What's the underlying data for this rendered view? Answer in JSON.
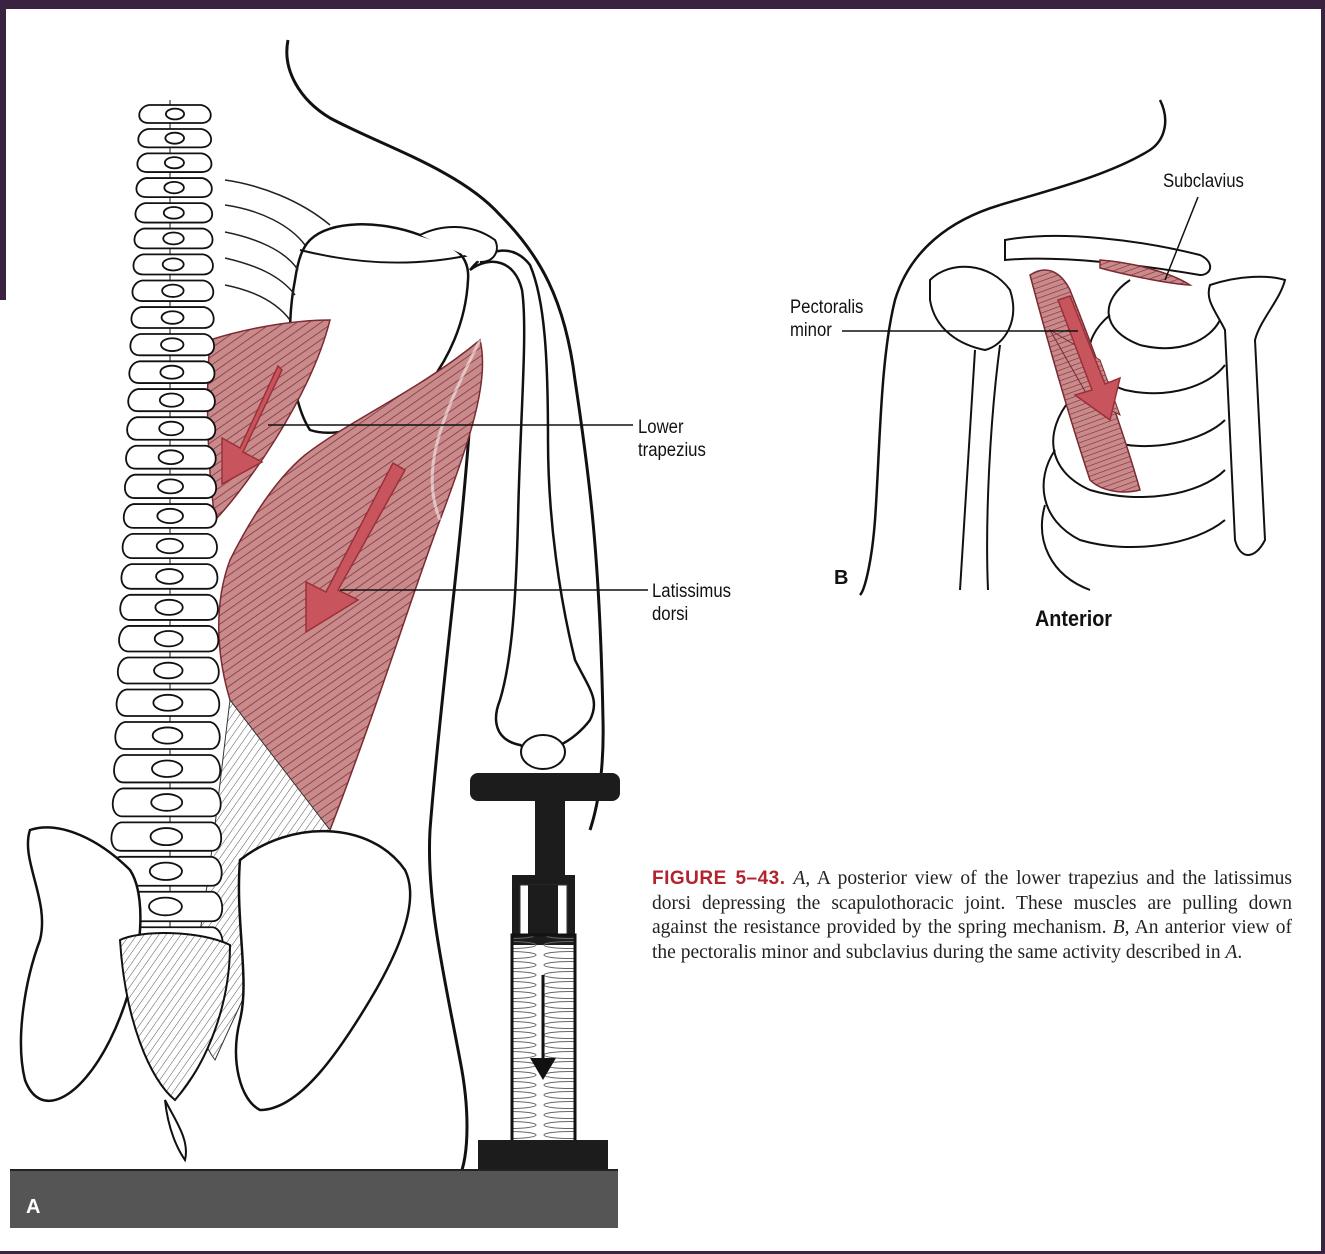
{
  "panel_a": {
    "letter": "A",
    "labels": {
      "lower_trapezius": [
        "Lower",
        "trapezius"
      ],
      "latissimus_dorsi": [
        "Latissimus",
        "dorsi"
      ]
    }
  },
  "panel_b": {
    "letter": "B",
    "title": "Anterior",
    "labels": {
      "subclavius": "Subclavius",
      "pectoralis_minor": [
        "Pectoralis",
        "minor"
      ]
    }
  },
  "caption": {
    "figure_number": "FIGURE 5–43.",
    "a_ref": "A,",
    "text_1": " A posterior view of the lower trapezius and the latissimus dorsi depressing the scapulothoracic joint. These muscles are pulling down against the resistance provided by the spring mechanism. ",
    "b_ref": "B,",
    "text_2": " An anterior view of the pectoralis minor and subclavius during the same activity described in ",
    "a_end": "A",
    "text_3": "."
  },
  "colors": {
    "muscle": "#c47a7e",
    "muscle_light": "#e4b3b3",
    "arrow": "#c8555d",
    "frame": "#3a2340",
    "figure_number": "#b3232d",
    "floor": "#555555"
  }
}
